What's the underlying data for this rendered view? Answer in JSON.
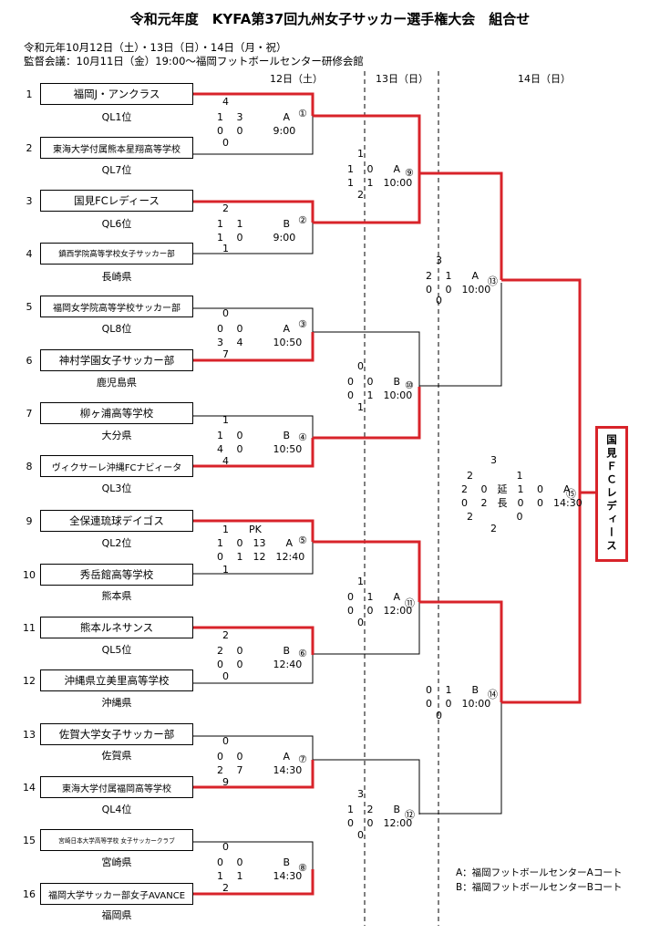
{
  "title": "令和元年度　KYFA第37回九州女子サッカー選手権大会　組合せ",
  "info": [
    "令和元年10月12日（土）・13日（日）・14日（月・祝）",
    "監督会議：10月11日（金）19:00～福岡フットボールセンター研修会館"
  ],
  "days": [
    "12日（土）",
    "13日（日）",
    "14日（日）"
  ],
  "teams": [
    {
      "no": "1",
      "name": "福岡J・アンクラス",
      "sub": "QL1位"
    },
    {
      "no": "2",
      "name": "東海大学付属熊本星翔高等学校",
      "sub": "QL7位"
    },
    {
      "no": "3",
      "name": "国見FCレディース",
      "sub": "QL6位"
    },
    {
      "no": "4",
      "name": "鎮西学院高等学校女子サッカー部",
      "sub": "長崎県"
    },
    {
      "no": "5",
      "name": "福岡女学院高等学校サッカー部",
      "sub": "QL8位"
    },
    {
      "no": "6",
      "name": "神村学園女子サッカー部",
      "sub": "鹿児島県"
    },
    {
      "no": "7",
      "name": "柳ヶ浦高等学校",
      "sub": "大分県"
    },
    {
      "no": "8",
      "name": "ヴィクサーレ沖縄FCナビィータ",
      "sub": "QL3位"
    },
    {
      "no": "9",
      "name": "全保連琉球デイゴス",
      "sub": "QL2位"
    },
    {
      "no": "10",
      "name": "秀岳館高等学校",
      "sub": "熊本県"
    },
    {
      "no": "11",
      "name": "熊本ルネサンス",
      "sub": "QL5位"
    },
    {
      "no": "12",
      "name": "沖縄県立美里高等学校",
      "sub": "沖縄県"
    },
    {
      "no": "13",
      "name": "佐賀大学女子サッカー部",
      "sub": "佐賀県"
    },
    {
      "no": "14",
      "name": "東海大学付属福岡高等学校",
      "sub": "QL4位"
    },
    {
      "no": "15",
      "name": "宮崎日本大学高等学校 女子サッカークラブ",
      "sub": "宮崎県"
    },
    {
      "no": "16",
      "name": "福岡大学サッカー部女子AVANCE",
      "sub": "福岡県"
    }
  ],
  "match_nums": [
    "①",
    "②",
    "③",
    "④",
    "⑤",
    "⑥",
    "⑦",
    "⑧",
    "⑨",
    "⑩",
    "⑪",
    "⑫",
    "⑬",
    "⑭",
    "⑮"
  ],
  "score_lines": {
    "m1": [
      "4",
      "1　 3　　　　A",
      "0　 0　　　9:00",
      "0"
    ],
    "m2": [
      "2",
      "1　 1　　　　B",
      "1　 0　　　9:00",
      "1"
    ],
    "m3": [
      "0",
      "0　 0　　　　A",
      "3　 4　　　10:50",
      "7"
    ],
    "m4": [
      "1",
      "1　 0　　　　B",
      "4　 0　　　10:50",
      "4"
    ],
    "m5": [
      "1　　PK",
      "1　 0　13　　A",
      "0　 1　12　12:40",
      "1"
    ],
    "m6": [
      "2",
      "2　 0　　　　B",
      "0　 0　　　12:40",
      "0"
    ],
    "m7": [
      "0",
      "0　 0　　　　A",
      "2　 7　　　14:30",
      "9"
    ],
    "m8": [
      "0",
      "0　 0　　　　B",
      "1　 1　　　14:30",
      "2"
    ],
    "m9": [
      "1",
      "1　 0　　A",
      "1　 1　10:00",
      "2"
    ],
    "m10": [
      "0",
      "0　 0　　B",
      "0　 1　10:00",
      "1"
    ],
    "m11": [
      "1",
      "0　 1　　A",
      "0　 0　12:00",
      "0"
    ],
    "m12": [
      "3",
      "1　 2　　B",
      "0　 0　12:00",
      "0"
    ],
    "m13": [
      "3",
      "2　 1　　A",
      "0　 0　10:00",
      "0"
    ],
    "m14": [
      "0　 1　　B",
      "0　 0　10:00",
      "0"
    ],
    "m15": [
      "3",
      "2　　　　 1",
      "2　 0　延　1　 0　　A",
      "0　 2　長　0　 0　14:30",
      "2　　　　 0",
      "2"
    ]
  },
  "winner": "国見ＦＣレディース",
  "legend": [
    "A：福岡フットボールセンターAコート",
    "B：福岡フットボールセンターBコート"
  ],
  "colors": {
    "win_line": "#d8232a",
    "line": "#000000"
  }
}
